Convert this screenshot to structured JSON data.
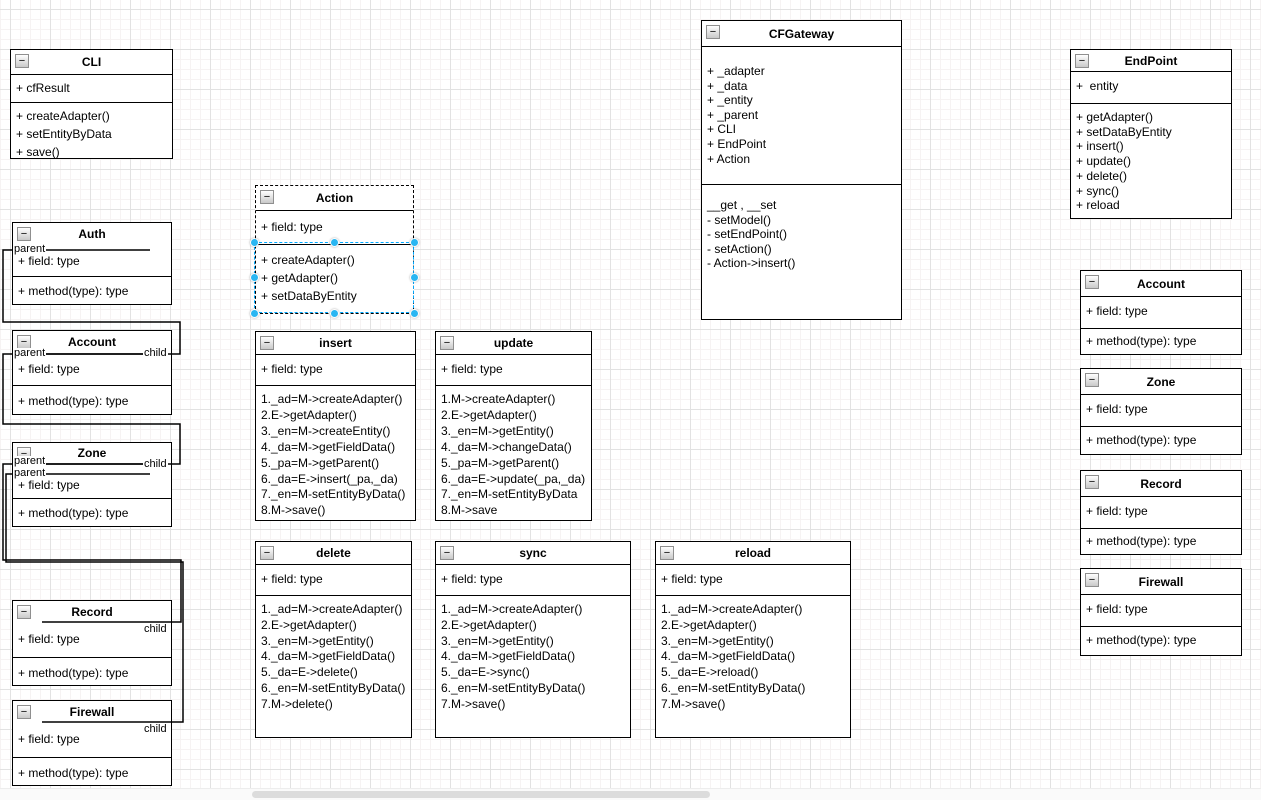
{
  "icons": {
    "collapse_glyph": "−"
  },
  "ui": {
    "selection_outline_color": "#00a8ff",
    "selection_handle_color": "#29b6f2",
    "grid_major_color": "#e2e2e2",
    "grid_minor_color": "#f6f3f3"
  },
  "edge_labels": {
    "auth_parent": "parent",
    "account_parent": "parent",
    "account_child": "child",
    "zone_parent_1": "parent",
    "zone_parent_2": "parent",
    "zone_child": "child",
    "record_child": "child",
    "firewall_child": "child"
  },
  "classes": {
    "cli": {
      "title": "CLI",
      "attributes": [
        "+ cfResult"
      ],
      "methods": [
        "+ createAdapter()",
        "+ setEntityByData",
        "+ save()"
      ]
    },
    "auth": {
      "title": "Auth",
      "attributes": [
        "+ field: type"
      ],
      "methods": [
        "+ method(type): type"
      ]
    },
    "account_left": {
      "title": "Account",
      "attributes": [
        "+ field: type"
      ],
      "methods": [
        "+ method(type): type"
      ]
    },
    "zone_left": {
      "title": "Zone",
      "attributes": [
        "+ field: type"
      ],
      "methods": [
        "+ method(type): type"
      ]
    },
    "record_left": {
      "title": "Record",
      "attributes": [
        "+ field: type"
      ],
      "methods": [
        "+ method(type): type"
      ]
    },
    "firewall_left": {
      "title": "Firewall",
      "attributes": [
        "+ field: type"
      ],
      "methods": [
        "+ method(type): type"
      ]
    },
    "action": {
      "title": "Action",
      "attributes": [
        "+ field: type"
      ],
      "methods": [
        "+ createAdapter()",
        "+ getAdapter()",
        "+ setDataByEntity"
      ]
    },
    "insert": {
      "title": "insert",
      "attributes": [
        "+ field: type"
      ],
      "steps": [
        "1._ad=M->createAdapter()",
        "2.E->getAdapter()",
        "3._en=M->createEntity()",
        "4._da=M->getFieldData()",
        "5._pa=M->getParent()",
        "6._da=E->insert(_pa,_da)",
        "7._en=M-setEntityByData()",
        "8.M->save()"
      ]
    },
    "update": {
      "title": "update",
      "attributes": [
        "+ field: type"
      ],
      "steps": [
        "1.M->createAdapter()",
        "2.E->getAdapter()",
        "3._en=M->getEntity()",
        "4._da=M->changeData()",
        "5._pa=M->getParent()",
        "6._da=E->update(_pa,_da)",
        "7._en=M-setEntityByData",
        "8.M->save"
      ]
    },
    "delete": {
      "title": "delete",
      "attributes": [
        "+ field: type"
      ],
      "steps": [
        "1._ad=M->createAdapter()",
        "2.E->getAdapter()",
        "3._en=M->getEntity()",
        "4._da=M->getFieldData()",
        "5._da=E->delete()",
        "6._en=M-setEntityByData()",
        "7.M->delete()"
      ]
    },
    "sync": {
      "title": "sync",
      "attributes": [
        "+ field: type"
      ],
      "steps": [
        "1._ad=M->createAdapter()",
        "2.E->getAdapter()",
        "3._en=M->getEntity()",
        "4._da=M->getFieldData()",
        "5._da=E->sync()",
        "6._en=M-setEntityByData()",
        "7.M->save()"
      ]
    },
    "reload": {
      "title": "reload",
      "attributes": [
        "+ field: type"
      ],
      "steps": [
        "1._ad=M->createAdapter()",
        "2.E->getAdapter()",
        "3._en=M->getEntity()",
        "4._da=M->getFieldData()",
        "5._da=E->reload()",
        "6._en=M-setEntityByData()",
        "7.M->save()"
      ]
    },
    "cfgateway": {
      "title": "CFGateway",
      "attributes": [
        "+ _adapter",
        "+ _data",
        "+ _entity",
        "+ _parent",
        "+ CLI",
        "+ EndPoint",
        "+ Action"
      ],
      "methods": [
        "__get , __set",
        "- setModel()",
        "- setEndPoint()",
        "- setAction()",
        "- Action->insert()"
      ]
    },
    "endpoint": {
      "title": "EndPoint",
      "attributes": [
        "+  entity"
      ],
      "methods": [
        "+ getAdapter()",
        "+ setDataByEntity",
        "+ insert()",
        "+ update()",
        "+ delete()",
        "+ sync()",
        "+ reload"
      ]
    },
    "account_right": {
      "title": "Account",
      "attributes": [
        "+ field: type"
      ],
      "methods": [
        "+ method(type): type"
      ]
    },
    "zone_right": {
      "title": "Zone",
      "attributes": [
        "+ field: type"
      ],
      "methods": [
        "+ method(type): type"
      ]
    },
    "record_right": {
      "title": "Record",
      "attributes": [
        "+ field: type"
      ],
      "methods": [
        "+ method(type): type"
      ]
    },
    "firewall_right": {
      "title": "Firewall",
      "attributes": [
        "+ field: type"
      ],
      "methods": [
        "+ method(type): type"
      ]
    }
  }
}
